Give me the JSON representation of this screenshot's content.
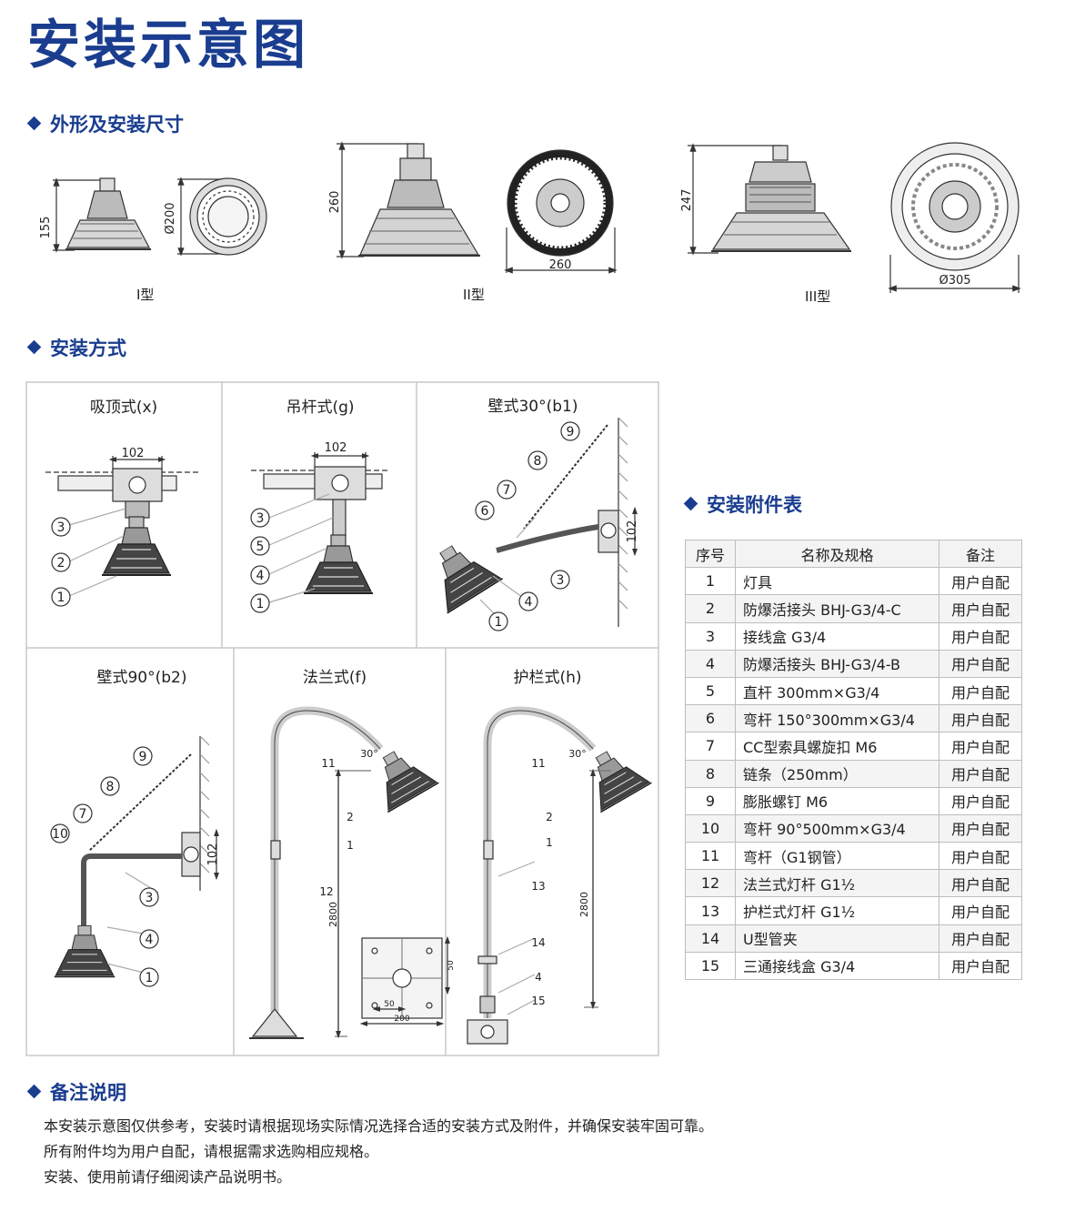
{
  "page_title": "安装示意图",
  "sections": {
    "dimensions": "外形及安装尺寸",
    "methods": "安装方式",
    "accessories": "安装附件表",
    "notes": "备注说明"
  },
  "types": [
    {
      "label": "I型",
      "height": "155",
      "diameter": "Ø200"
    },
    {
      "label": "II型",
      "height": "260",
      "width": "260"
    },
    {
      "label": "III型",
      "height": "247",
      "diameter": "Ø305"
    }
  ],
  "methods": {
    "x": {
      "title": "吸顶式(x)",
      "dim": "102",
      "callouts": [
        "3",
        "2",
        "1"
      ]
    },
    "g": {
      "title": "吊杆式(g)",
      "dim": "102",
      "callouts": [
        "3",
        "5",
        "4",
        "1"
      ]
    },
    "b1": {
      "title": "壁式30°(b1)",
      "dim": "102",
      "callouts": [
        "9",
        "8",
        "7",
        "6",
        "3",
        "4",
        "1"
      ]
    },
    "b2": {
      "title": "壁式90°(b2)",
      "dim": "102",
      "callouts": [
        "9",
        "8",
        "7",
        "10",
        "3",
        "4",
        "1"
      ]
    },
    "f": {
      "title": "法兰式(f)",
      "angle": "30°",
      "height": "2800",
      "base_w1": "50",
      "base_w2": "200",
      "base_h": "50",
      "callouts": [
        "11",
        "2",
        "1",
        "12"
      ]
    },
    "h": {
      "title": "护栏式(h)",
      "angle": "30°",
      "height": "2800",
      "callouts": [
        "11",
        "2",
        "1",
        "13",
        "14",
        "4",
        "15"
      ]
    }
  },
  "accessory_table": {
    "headers": [
      "序号",
      "名称及规格",
      "备注"
    ],
    "rows": [
      {
        "no": "1",
        "name": "灯具",
        "remark": "用户自配"
      },
      {
        "no": "2",
        "name": "防爆活接头 BHJ-G3/4-C",
        "remark": "用户自配"
      },
      {
        "no": "3",
        "name": "接线盒 G3/4",
        "remark": "用户自配"
      },
      {
        "no": "4",
        "name": "防爆活接头 BHJ-G3/4-B",
        "remark": "用户自配"
      },
      {
        "no": "5",
        "name": "直杆 300mm×G3/4",
        "remark": "用户自配"
      },
      {
        "no": "6",
        "name": "弯杆 150°300mm×G3/4",
        "remark": "用户自配"
      },
      {
        "no": "7",
        "name": "CC型索具螺旋扣 M6",
        "remark": "用户自配"
      },
      {
        "no": "8",
        "name": "链条（250mm）",
        "remark": "用户自配"
      },
      {
        "no": "9",
        "name": "膨胀螺钉 M6",
        "remark": "用户自配"
      },
      {
        "no": "10",
        "name": "弯杆 90°500mm×G3/4",
        "remark": "用户自配"
      },
      {
        "no": "11",
        "name": "弯杆（G1钢管）",
        "remark": "用户自配"
      },
      {
        "no": "12",
        "name": "法兰式灯杆 G1½",
        "remark": "用户自配"
      },
      {
        "no": "13",
        "name": "护栏式灯杆 G1½",
        "remark": "用户自配"
      },
      {
        "no": "14",
        "name": "U型管夹",
        "remark": "用户自配"
      },
      {
        "no": "15",
        "name": "三通接线盒 G3/4",
        "remark": "用户自配"
      }
    ]
  },
  "notes": [
    "本安装示意图仅供参考，安装时请根据现场实际情况选择合适的安装方式及附件，并确保安装牢固可靠。",
    "所有附件均为用户自配，请根据需求选购相应规格。",
    "安装、使用前请仔细阅读产品说明书。"
  ]
}
